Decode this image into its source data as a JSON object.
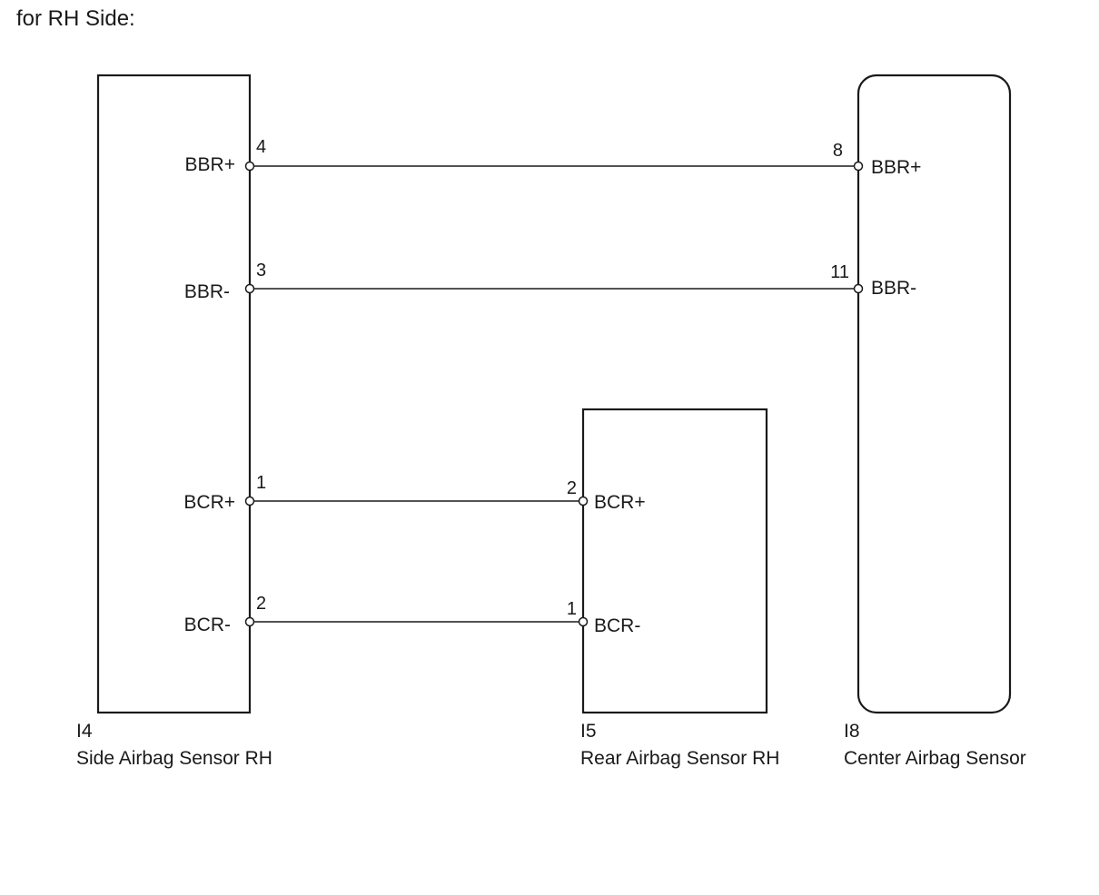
{
  "heading": "for RH Side:",
  "components": {
    "i4": {
      "code": "I4",
      "name": "Side Airbag Sensor RH",
      "pins": [
        {
          "signal": "BBR+",
          "number": "4"
        },
        {
          "signal": "BBR-",
          "number": "3"
        },
        {
          "signal": "BCR+",
          "number": "1"
        },
        {
          "signal": "BCR-",
          "number": "2"
        }
      ]
    },
    "i5": {
      "code": "I5",
      "name": "Rear Airbag Sensor RH",
      "pins": [
        {
          "signal": "BCR+",
          "number": "2"
        },
        {
          "signal": "BCR-",
          "number": "1"
        }
      ]
    },
    "i8": {
      "code": "I8",
      "name": "Center Airbag Sensor",
      "pins": [
        {
          "signal": "BBR+",
          "number": "8"
        },
        {
          "signal": "BBR-",
          "number": "11"
        }
      ]
    }
  },
  "connections": [
    {
      "from": "I4-4 BBR+",
      "to": "I8-8 BBR+"
    },
    {
      "from": "I4-3 BBR-",
      "to": "I8-11 BBR-"
    },
    {
      "from": "I4-1 BCR+",
      "to": "I5-2 BCR+"
    },
    {
      "from": "I4-2 BCR-",
      "to": "I5-1 BCR-"
    }
  ]
}
